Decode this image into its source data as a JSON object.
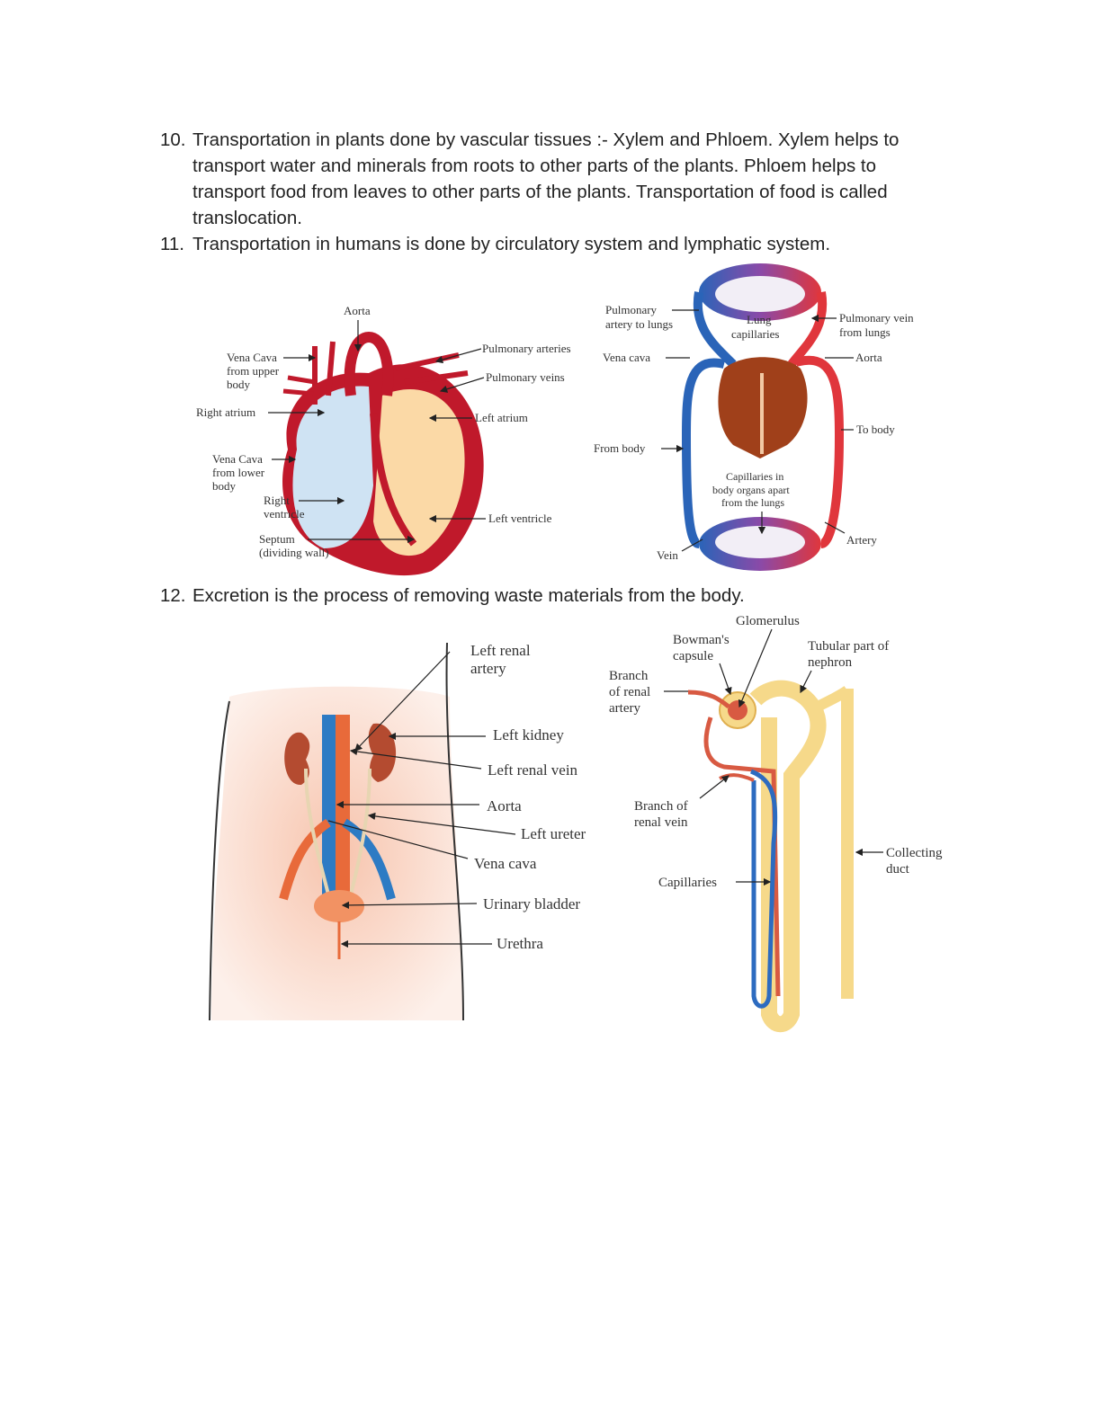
{
  "items": [
    {
      "number": "10.",
      "text": "Transportation in plants done by vascular tissues :- Xylem and Phloem. Xylem helps to transport water and minerals from roots to other parts of the plants. Phloem helps to transport food from leaves to other parts of the plants. Transportation of food is called translocation."
    },
    {
      "number": "11.",
      "text": "Transportation in humans is done by circulatory system and lymphatic system."
    },
    {
      "number": "12.",
      "text": "Excretion is the process of removing waste materials from the body."
    }
  ],
  "heart_diagram": {
    "labels": {
      "aorta": "Aorta",
      "vena_cava_upper": [
        "Vena Cava",
        "from upper",
        "body"
      ],
      "right_atrium": "Right atrium",
      "vena_cava_lower": [
        "Vena Cava",
        "from lower",
        "body"
      ],
      "right_ventricle": [
        "Right",
        "ventricle"
      ],
      "septum": [
        "Septum",
        "(dividing wall)"
      ],
      "pulmonary_arteries": "Pulmonary arteries",
      "pulmonary_veins": "Pulmonary veins",
      "left_atrium": "Left atrium",
      "left_ventricle": "Left ventricle"
    }
  },
  "circulation_diagram": {
    "labels": {
      "pulmonary_artery": [
        "Pulmonary",
        "artery to lungs"
      ],
      "lung_capillaries": [
        "Lung",
        "capillaries"
      ],
      "pulmonary_vein": [
        "Pulmonary vein",
        "from lungs"
      ],
      "vena_cava": "Vena cava",
      "aorta": "Aorta",
      "to_body": "To body",
      "from_body": "From body",
      "body_capillaries": [
        "Capillaries in",
        "body organs apart",
        "from the lungs"
      ],
      "vein": "Vein",
      "artery": "Artery"
    }
  },
  "excretory_diagram": {
    "labels": {
      "left_renal_artery": [
        "Left renal",
        "artery"
      ],
      "left_kidney": "Left kidney",
      "left_renal_vein": "Left renal vein",
      "aorta": "Aorta",
      "left_ureter": "Left ureter",
      "vena_cava": "Vena cava",
      "urinary_bladder": "Urinary bladder",
      "urethra": "Urethra"
    }
  },
  "nephron_diagram": {
    "labels": {
      "glomerulus": "Glomerulus",
      "bowmans_capsule": [
        "Bowman's",
        "capsule"
      ],
      "tubular_part": [
        "Tubular part of",
        "nephron"
      ],
      "renal_artery_branch": [
        "Branch",
        "of renal",
        "artery"
      ],
      "renal_vein_branch": [
        "Branch of",
        "renal vein"
      ],
      "capillaries": "Capillaries",
      "collecting_duct": [
        "Collecting",
        "duct"
      ]
    }
  }
}
